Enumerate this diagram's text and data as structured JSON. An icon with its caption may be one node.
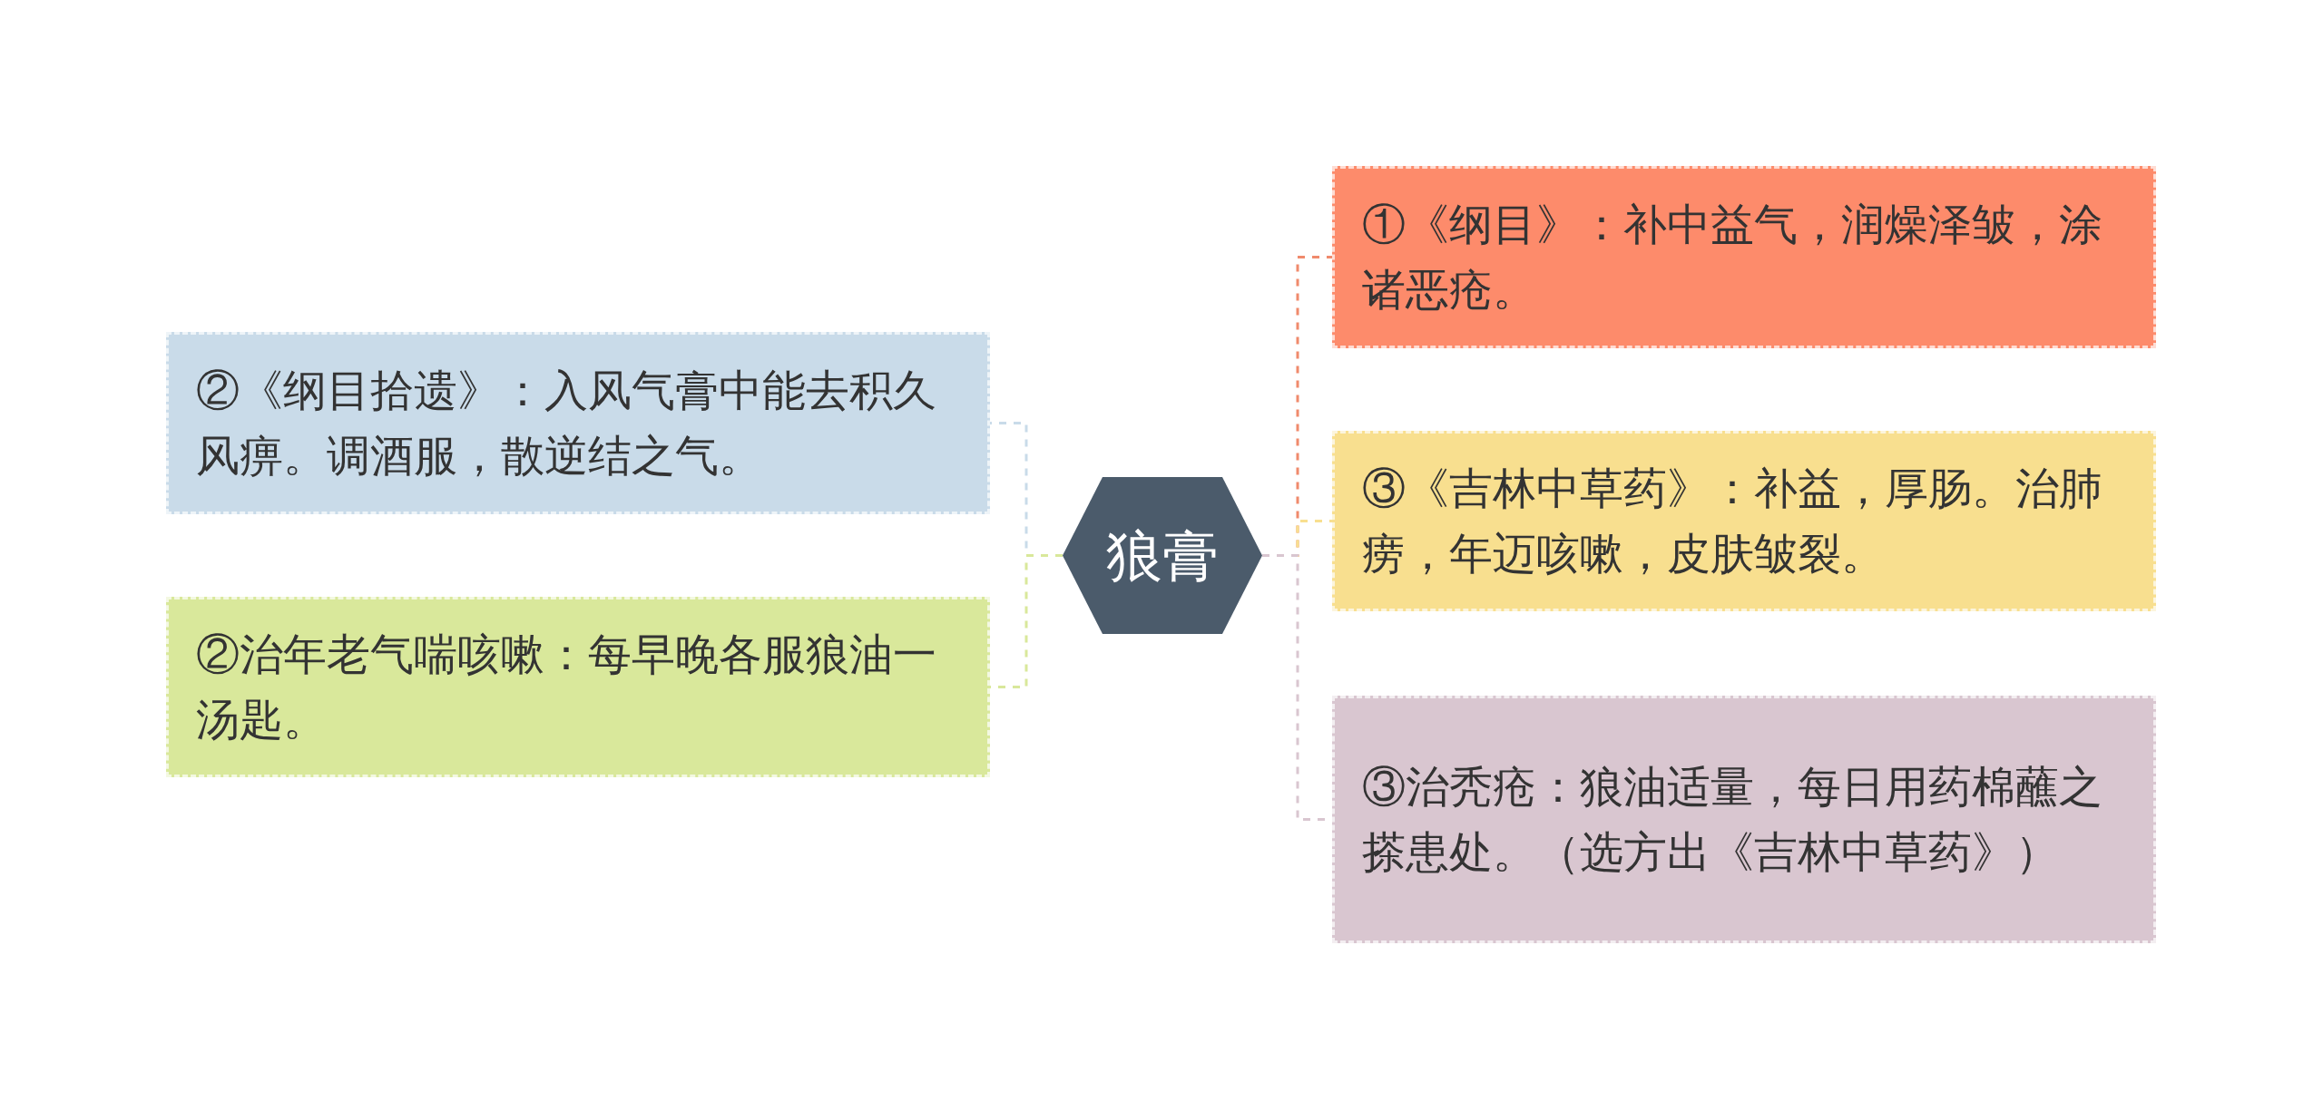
{
  "diagram": {
    "nodes": [
      {
        "text": [
          "狼膏"
        ]
      },
      {
        "text": [
          "②《纲目拾遗》：入风气膏中能去积久风痹。调酒服，散逆结之气。"
        ]
      },
      {
        "text": [
          "②治年老气喘咳嗽：每早晚各服狼油一汤匙。"
        ]
      },
      {
        "text": [
          "①《纲目》：补中益气，润燥泽皱，涂诸恶疮。"
        ]
      },
      {
        "text": [
          "③《吉林中草药》：补益，厚肠。治肺痨，年迈咳嗽，皮肤皱裂。"
        ]
      },
      {
        "text": [
          "③治秃疮：狼油适量，每日用药棉蘸之搽患处。（选方出《吉林中草药》）"
        ]
      }
    ],
    "edges": [
      {
        "from": 0,
        "to": 1,
        "arrow": "none",
        "style": "dashed",
        "color": "#c9dbe9"
      },
      {
        "from": 0,
        "to": 2,
        "arrow": "none",
        "style": "dashed",
        "color": "#d9e89b"
      },
      {
        "from": 0,
        "to": 3,
        "arrow": "none",
        "style": "dashed",
        "color": "#f08a6c"
      },
      {
        "from": 0,
        "to": 4,
        "arrow": "none",
        "style": "dashed",
        "color": "#f8df8f"
      },
      {
        "from": 0,
        "to": 5,
        "arrow": "none",
        "style": "dashed",
        "color": "#d9c6d0"
      }
    ]
  }
}
